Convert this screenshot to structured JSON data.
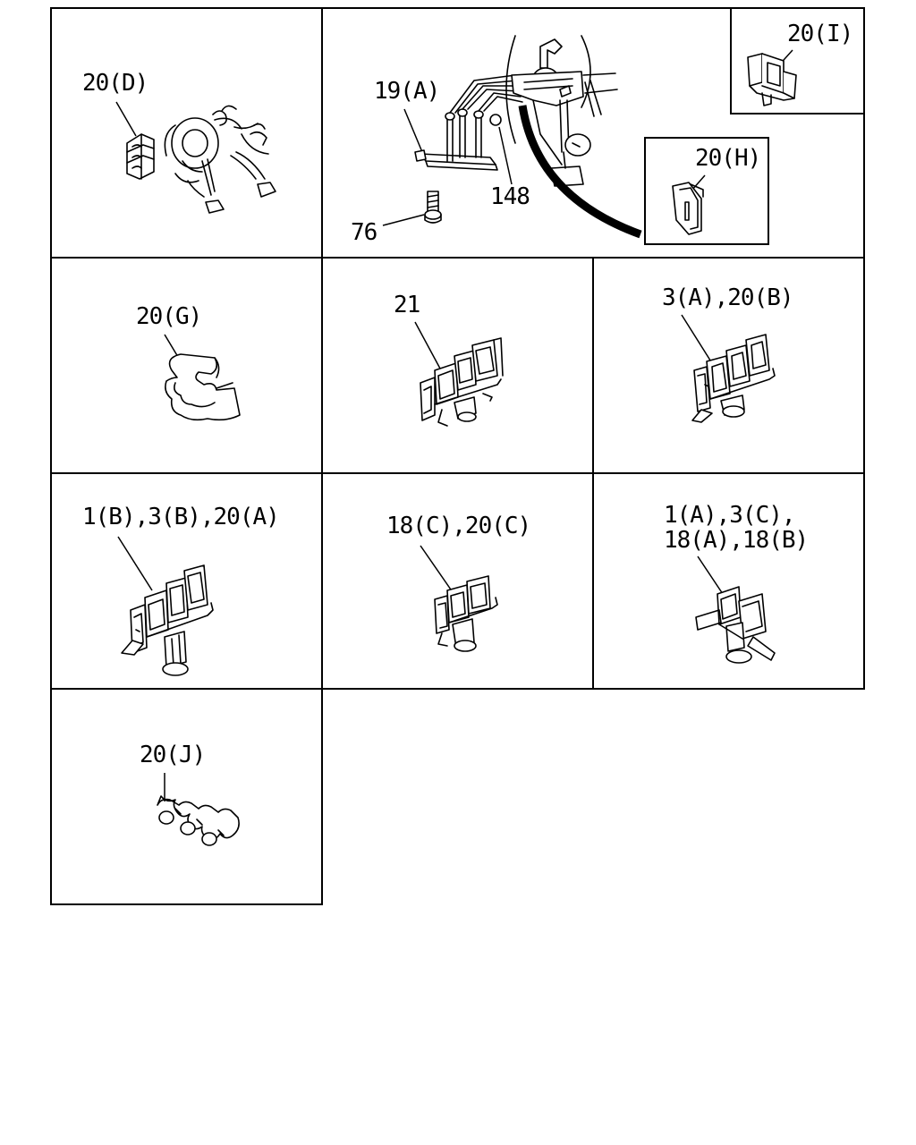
{
  "labels": {
    "p1_20D": "20(D)",
    "p2_19A": "19(A)",
    "p2_148": "148",
    "p2_76": "76",
    "p2_20I": "20(I)",
    "p2_20H": "20(H)",
    "p3_20G": "20(G)",
    "p4_21": "21",
    "p5_3A_20B": "3(A),20(B)",
    "p6_1B_3B_20A": "1(B),3(B),20(A)",
    "p7_18C_20C": "18(C),20(C)",
    "p8_line1": "1(A),3(C),",
    "p8_line2": "18(A),18(B)",
    "p9_20J": "20(J)"
  }
}
